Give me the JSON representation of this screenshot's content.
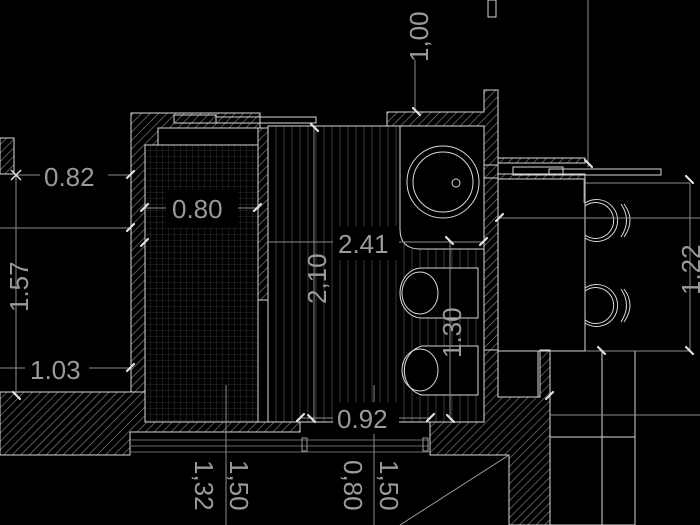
{
  "drawing": {
    "type": "architectural-floor-plan",
    "view": "bathroom plan (CAD, dark background)",
    "colors": {
      "background": "#000000",
      "line": "#d8d8d8",
      "dim_line": "#8c8c8c",
      "text": "#9a9a9a",
      "hatch": "#8a8a8a",
      "grid": "#3a3a3a"
    }
  },
  "dimensions": {
    "d_1_00": "1,00",
    "d_0_82": "0.82",
    "d_0_80": "0.80",
    "d_1_57": "1.57",
    "d_2_41": "2.41",
    "d_2_10": "2,10",
    "d_1_22": "1.22",
    "d_1_30": "1.30",
    "d_1_03": "1.03",
    "d_0_92": "0.92",
    "d_1_32": "1,32",
    "d_1_50_left": "1,50",
    "d_0_80_bottom": "0,80",
    "d_1_50_right": "1,50"
  },
  "fixtures": [
    {
      "name": "shower-tray",
      "label": "shower"
    },
    {
      "name": "washbasin-round",
      "label": "sink"
    },
    {
      "name": "bidet",
      "label": "bidet"
    },
    {
      "name": "toilet",
      "label": "wc"
    },
    {
      "name": "towel-radiator-1",
      "label": "radiator"
    },
    {
      "name": "towel-radiator-2",
      "label": "radiator"
    }
  ]
}
